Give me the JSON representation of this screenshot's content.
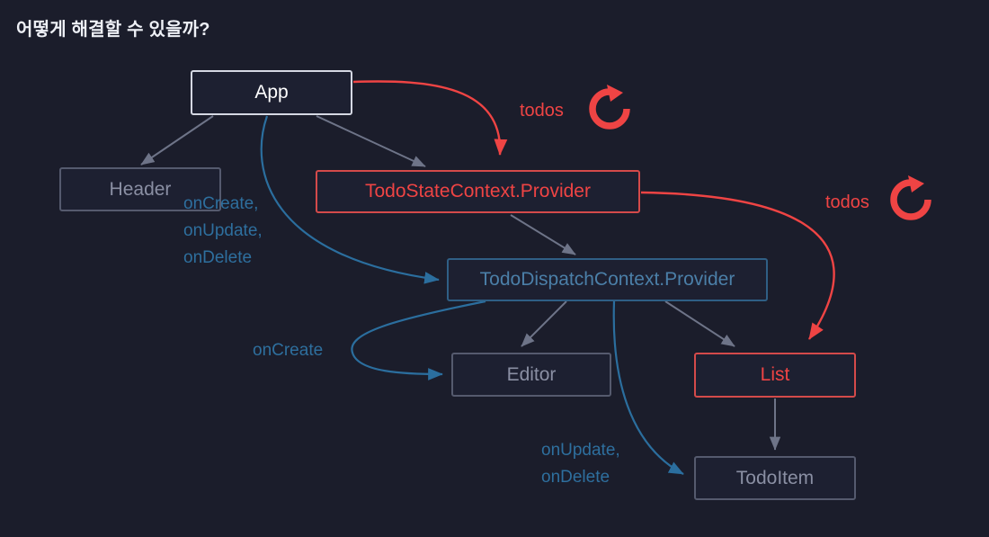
{
  "page": {
    "title": "어떻게 해결할 수 있을까?",
    "background_color": "#1b1d2b"
  },
  "colors": {
    "accent_red": "#ef4444",
    "accent_blue": "#2e6f9e",
    "muted_gray": "#8a8fa3",
    "white": "#ffffff"
  },
  "nodes": {
    "app": {
      "label": "App"
    },
    "header": {
      "label": "Header"
    },
    "todo_state_provider": {
      "label": "TodoStateContext.Provider"
    },
    "todo_dispatch_provider": {
      "label": "TodoDispatchContext.Provider"
    },
    "editor": {
      "label": "Editor"
    },
    "list": {
      "label": "List"
    },
    "todo_item": {
      "label": "TodoItem"
    }
  },
  "edge_labels": {
    "todos_top": "todos",
    "todos_right": "todos",
    "on_create_update_delete": "onCreate,\nonUpdate,\nonDelete",
    "on_create": "onCreate",
    "on_update_delete": "onUpdate,\nonDelete"
  },
  "icons": {
    "refresh_top": "refresh-icon",
    "refresh_right": "refresh-icon"
  }
}
